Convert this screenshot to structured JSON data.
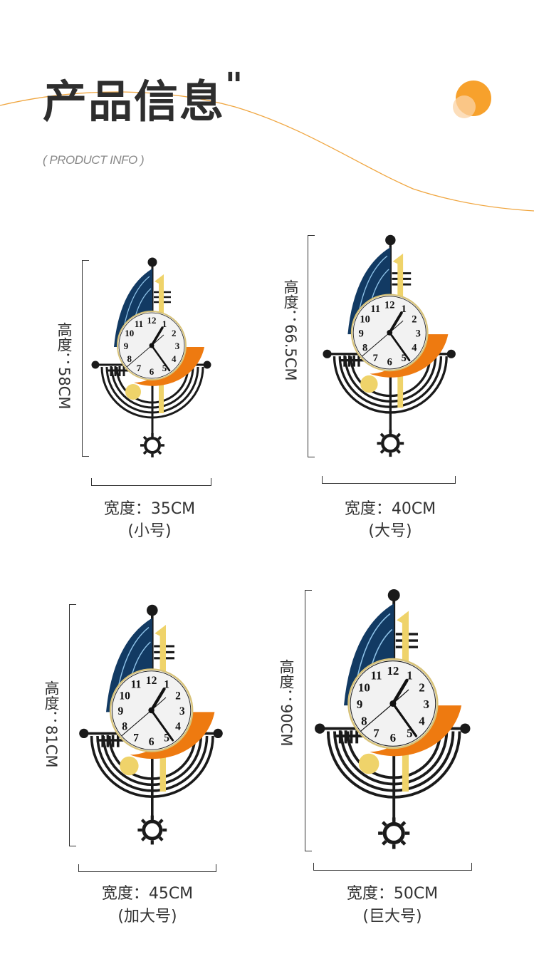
{
  "header": {
    "title": "产品信息",
    "quote_mark": "\"",
    "subtitle": "( PRODUCT INFO )"
  },
  "colors": {
    "accent": "#f5a030",
    "sail": "#123a63",
    "crescent": "#ee7a10",
    "gold": "#efd36a",
    "ink": "#1a1a1a"
  },
  "sizes": [
    {
      "height": "高度：58CM",
      "width": "宽度：35CM",
      "size_name": "(小号)"
    },
    {
      "height": "高度：66.5CM",
      "width": "宽度：40CM",
      "size_name": "(大号)"
    },
    {
      "height": "高度：81CM",
      "width": "宽度：45CM",
      "size_name": "(加大号)"
    },
    {
      "height": "高度：90CM",
      "width": "宽度：50CM",
      "size_name": "(巨大号)"
    }
  ],
  "clock_numerals": [
    "12",
    "1",
    "2",
    "3",
    "4",
    "5",
    "6",
    "7",
    "8",
    "9",
    "10",
    "11"
  ]
}
